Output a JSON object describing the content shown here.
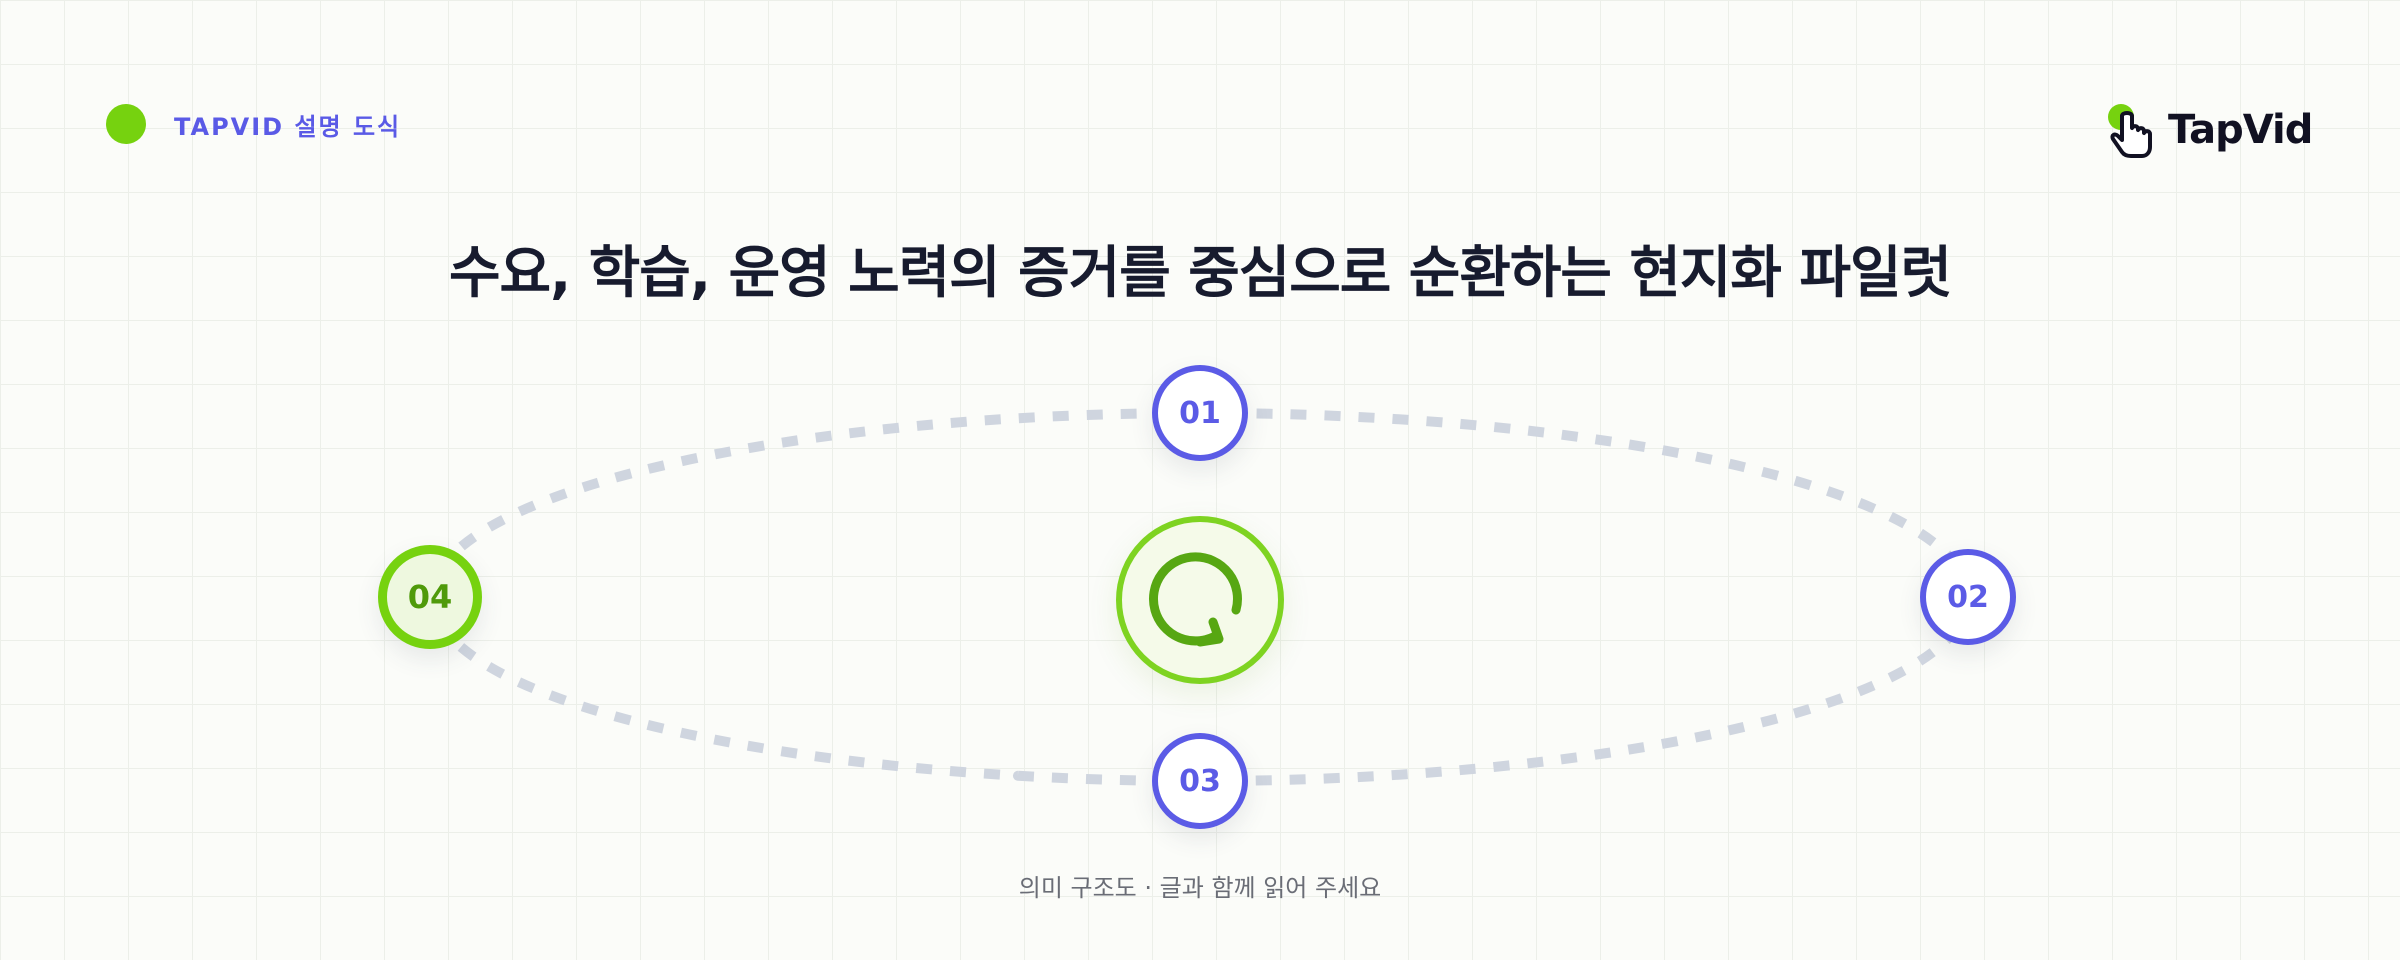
{
  "header": {
    "tag": "TAPVID 설명 도식",
    "logo_text": "TapVid"
  },
  "title": "수요, 학습, 운영 노력의 증거를 중심으로 순환하는 현지화 파일럿",
  "diagram": {
    "type": "cycle",
    "nodes": [
      {
        "label": "01",
        "active": false
      },
      {
        "label": "02",
        "active": false
      },
      {
        "label": "03",
        "active": false
      },
      {
        "label": "04",
        "active": true
      }
    ],
    "center_icon": "cycle-arrow-icon"
  },
  "caption": "의미 구조도 · 글과 함께 읽어 주세요",
  "colors": {
    "accent_green": "#76d20f",
    "accent_purple": "#5b5be6",
    "title": "#171b2e",
    "path": "#cfd5df"
  }
}
